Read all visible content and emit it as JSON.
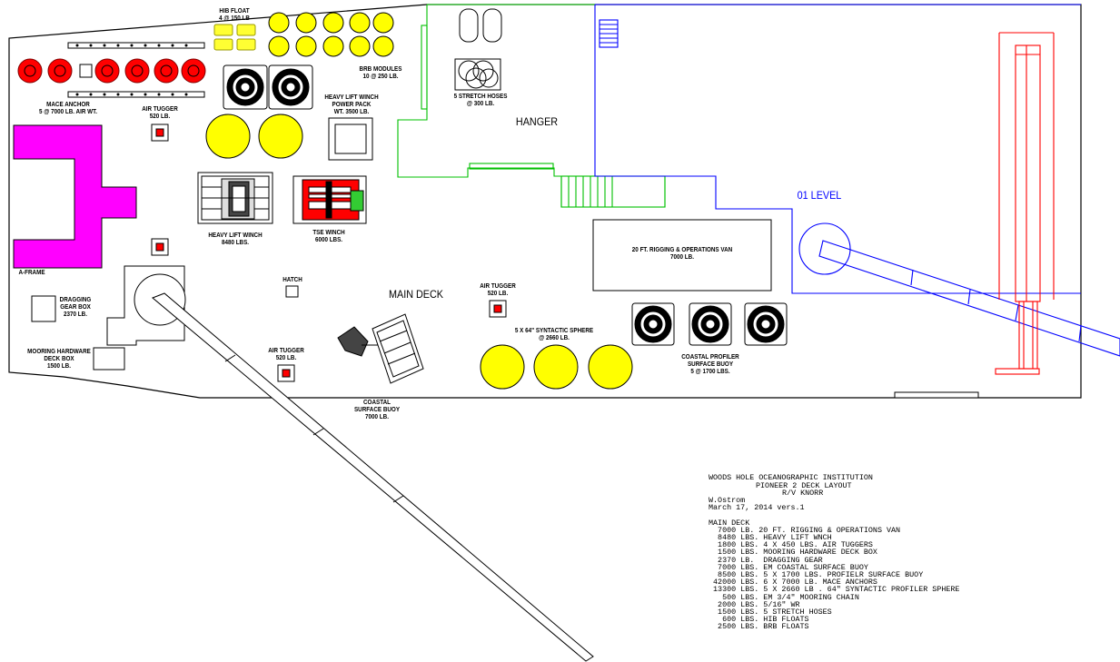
{
  "diagram": {
    "title_block": {
      "org": "WOODS HOLE OCEANOGRAPHIC INSTITUTION",
      "title": "PIONEER 2 DECK LAYOUT",
      "vessel": "R/V KNORR",
      "author": "W.Ostrom",
      "date": "March 17, 2014 vers.1"
    },
    "areas": {
      "main_deck": "MAIN DECK",
      "hanger": "HANGER",
      "o1_level": "01 LEVEL"
    },
    "labels": {
      "hib_float": "HIB FLOAT\n4 @ 150 LB",
      "brb_modules": "BRB MODULES\n10 @ 250 LB.",
      "stretch_hoses": "5 STRETCH HOSES\n@ 300 LB.",
      "mace_anchor": "MACE ANCHOR\n5 @ 7000 LB. AIR WT.",
      "air_tugger_1": "AIR TUGGER\n520 LB.",
      "hlw_power_pack": "HEAVY LIFT WINCH\nPOWER PACK\nWT. 3500 LB.",
      "heavy_lift_winch": "HEAVY LIFT WINCH\n8480 LBS.",
      "tse_winch": "TSE WINCH\n6000 LBS.",
      "rigging_van": "20 FT. RIGGING & OPERATIONS VAN\n7000 LB.",
      "a_frame": "A-FRAME",
      "dragging_gear": "DRAGGING\nGEAR BOX\n2370 LB.",
      "mooring_box": "MOORING HARDWARE\nDECK BOX\n1500 LB.",
      "hatch": "HATCH",
      "air_tugger_2": "AIR TUGGER\n520 LB.",
      "air_tugger_3": "AIR TUGGER\n520 LB.",
      "syntactic_sphere": "5 X 64\" SYNTACTIC SPHERE\n@ 2660 LB.",
      "coastal_profiler": "COASTAL PROFILER\nSURFACE BUOY\n5 @ 1700 LBS.",
      "coastal_surface_buoy": "COASTAL\nSURFACE BUOY\n7000 LB."
    },
    "main_deck_list": {
      "heading": "MAIN DECK",
      "items": [
        "  7000 LB. 20 FT. RIGGING & OPERATIONS VAN",
        "  8480 LBS. HEAVY LIFT WNCH",
        "  1800 LBS. 4 X 450 LBS. AIR TUGGERS",
        "  1500 LBS. MOORING HARDWARE DECK BOX",
        "  2370 LB.  DRAGGING GEAR",
        "  7000 LBS. EM COASTAL SURFACE BUOY",
        "  8500 LBS. 5 X 1700 LBS. PROFIELR SURFACE BUOY",
        " 42000 LBS. 6 X 7000 LB. MACE ANCHORS",
        " 13300 LBS. 5 X 2660 LB . 64\" SYNTACTIC PROFILER SPHERE",
        "   500 LBS. EM 3/4\" MOORING CHAIN",
        "  2000 LBS. 5/16\" WR",
        "  1500 LBS. 5 STRETCH HOSES",
        "   600 LBS. HIB FLOATS",
        "  2500 LBS. BRB FLOATS"
      ]
    },
    "colors": {
      "deck": "#000000",
      "hanger": "#00c000",
      "o1_level": "#0000ff",
      "crane": "#ff0000",
      "a_frame": "#ff00ff",
      "buoy": "#ffff00",
      "winch": "#ff0000"
    }
  }
}
